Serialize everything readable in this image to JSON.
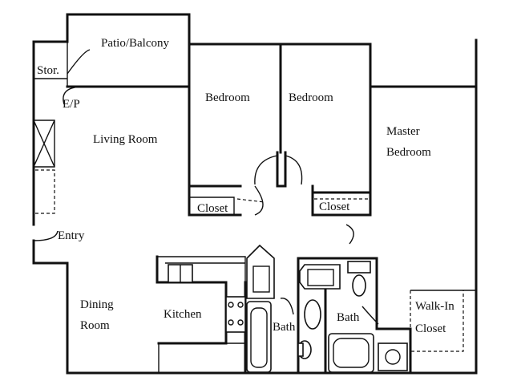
{
  "rooms": {
    "patio": "Patio/Balcony",
    "storage": "Stor.",
    "ep": "E/P",
    "living": "Living Room",
    "bedroom1": "Bedroom",
    "bedroom2": "Bedroom",
    "master_line1": "Master",
    "master_line2": "Bedroom",
    "closet1": "Closet",
    "closet2": "Closet",
    "entry": "Entry",
    "dining_line1": "Dining",
    "dining_line2": "Room",
    "kitchen": "Kitchen",
    "bath1": "Bath",
    "bath2": "Bath",
    "walkin_line1": "Walk-In",
    "walkin_line2": "Closet"
  }
}
